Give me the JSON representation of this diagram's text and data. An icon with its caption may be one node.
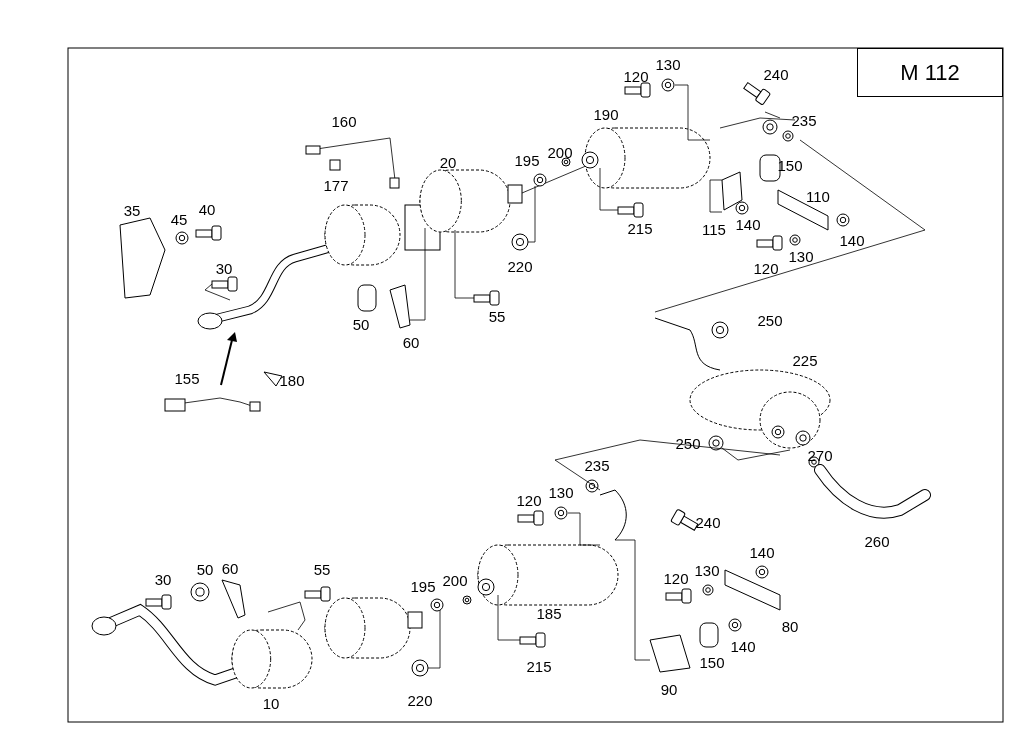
{
  "diagram": {
    "nodes": [
      {
        "text": [
          "M 112"
        ]
      }
    ],
    "labels": [
      "130",
      "240",
      "120",
      "190",
      "235",
      "160",
      "200",
      "195",
      "20",
      "150",
      "177",
      "110",
      "40",
      "35",
      "45",
      "140",
      "215",
      "115",
      "140",
      "130",
      "220",
      "120",
      "30",
      "55",
      "250",
      "50",
      "60",
      "225",
      "155",
      "180",
      "250",
      "270",
      "235",
      "130",
      "120",
      "240",
      "260",
      "140",
      "60",
      "50",
      "55",
      "130",
      "120",
      "30",
      "200",
      "195",
      "185",
      "80",
      "140",
      "150",
      "215",
      "90",
      "220",
      "10"
    ]
  }
}
